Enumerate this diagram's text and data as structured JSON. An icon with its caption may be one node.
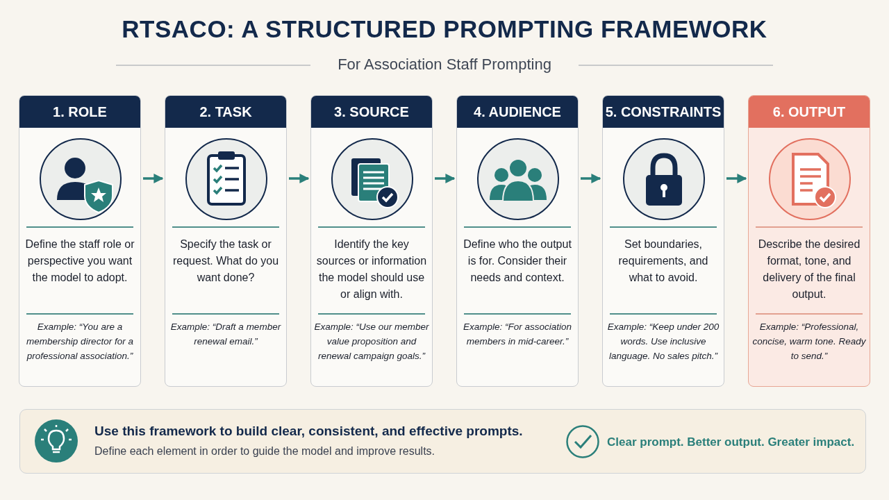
{
  "diagram": {
    "title": "RTSACO: A STRUCTURED PROMPTING FRAMEWORK",
    "caption": "For Association Staff Prompting",
    "nodes": [
      {
        "text": [
          "1. ROLE",
          "Define the staff role or perspective you want the model to adopt.",
          "Example: “You are a membership director for a professional association.”"
        ]
      },
      {
        "text": [
          "2. TASK",
          "Specify the task or request. What do you want done?",
          "Example: “Draft a member renewal email.”"
        ]
      },
      {
        "text": [
          "3. SOURCE",
          "Identify the key sources or information the model should use or align with.",
          "Example: “Use our member value proposition and renewal campaign goals.”"
        ]
      },
      {
        "text": [
          "4. AUDIENCE",
          "Define who the output is for. Consider their needs and context.",
          "Example: “For association members in mid-career.”"
        ]
      },
      {
        "text": [
          "5. CONSTRAINTS",
          "Set boundaries, requirements, and what to avoid.",
          "Example: “Keep under 200 words. Use inclusive language. No sales pitch.”"
        ]
      },
      {
        "text": [
          "6. OUTPUT",
          "Describe the desired format, tone, and delivery of the final output.",
          "Example: “Professional, concise, warm tone. Ready to send.”"
        ]
      },
      {
        "text": [
          "Use this framework to build clear, consistent, and effective prompts.",
          "Define each element in order to guide the model and improve results.",
          "Clear prompt. Better output. Greater impact."
        ]
      }
    ],
    "edges": [
      {
        "from": 0,
        "to": 1,
        "arrow": "to"
      },
      {
        "from": 1,
        "to": 2,
        "arrow": "to"
      },
      {
        "from": 2,
        "to": 3,
        "arrow": "to"
      },
      {
        "from": 3,
        "to": 4,
        "arrow": "to"
      },
      {
        "from": 4,
        "to": 5,
        "arrow": "to"
      }
    ]
  }
}
